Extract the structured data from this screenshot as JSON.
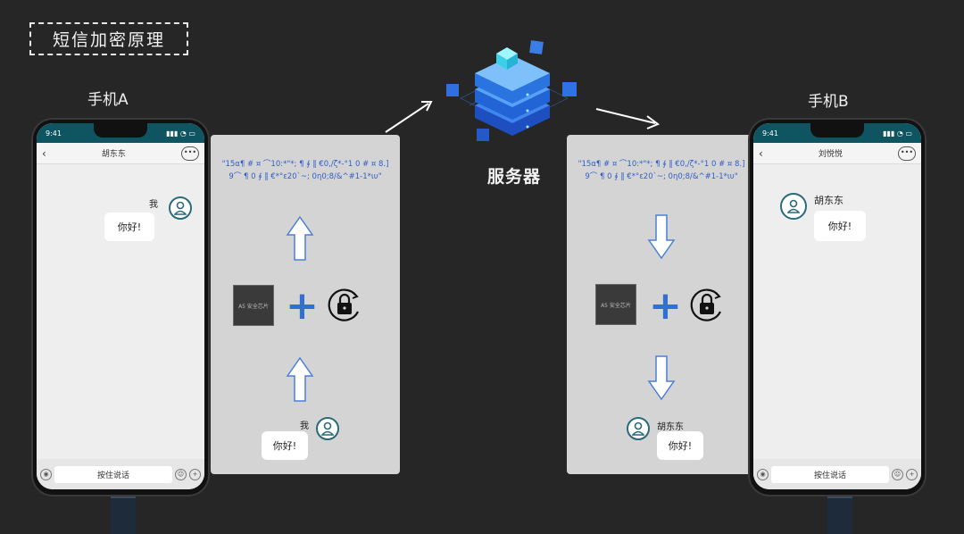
{
  "title": "短信加密原理",
  "server_label": "服务器",
  "chip_label": "A5 安全芯片",
  "cipher_text": "\"15α¶ # ¤ ⌒10:*\"*; ¶ ∮ ‖ €0,/ζ*-°1 0 # ¤ 8.]9⌒ ¶ 0 ∮ ‖ €*°ε20`~; 0η0;8/&^#1-1*ιυ\"",
  "phone_a": {
    "label": "手机A",
    "time": "9:41",
    "contact": "胡东东",
    "more": "•••",
    "sender_name": "我",
    "message": "你好!",
    "talk_button": "按住说话"
  },
  "phone_b": {
    "label": "手机B",
    "time": "9:41",
    "contact": "刘悦悦",
    "more": "•••",
    "sender_name": "胡东东",
    "message": "你好!",
    "talk_button": "按住说话"
  },
  "panel_a": {
    "sender_name": "我",
    "message": "你好!"
  },
  "panel_b": {
    "sender_name": "胡东东",
    "message": "你好!"
  },
  "colors": {
    "background": "#262626",
    "cipher": "#2e5fc8",
    "arrow_fill": "#ffffff",
    "arrow_stroke": "#4a7fd6",
    "status_bar": "#0e5561",
    "server_blue": "#2f7fe0"
  }
}
